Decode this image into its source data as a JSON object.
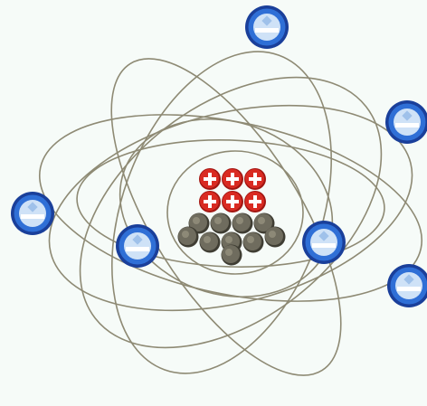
{
  "illustration": {
    "subject": "atom",
    "background_color": "#f6fbf8",
    "orbit_color": "#8e8a74",
    "proton": {
      "fill": "#d92b22",
      "dark": "#a21612",
      "sign": "+",
      "sign_color": "#ffffff",
      "count": 6
    },
    "neutron": {
      "fill": "#6f6c5e",
      "dark": "#3f3d33",
      "light": "#9a9682",
      "count": 10
    },
    "electron": {
      "fill": "#2f6fd6",
      "dark": "#1a3f9a",
      "light": "#cfe2f7",
      "count": 6
    }
  }
}
